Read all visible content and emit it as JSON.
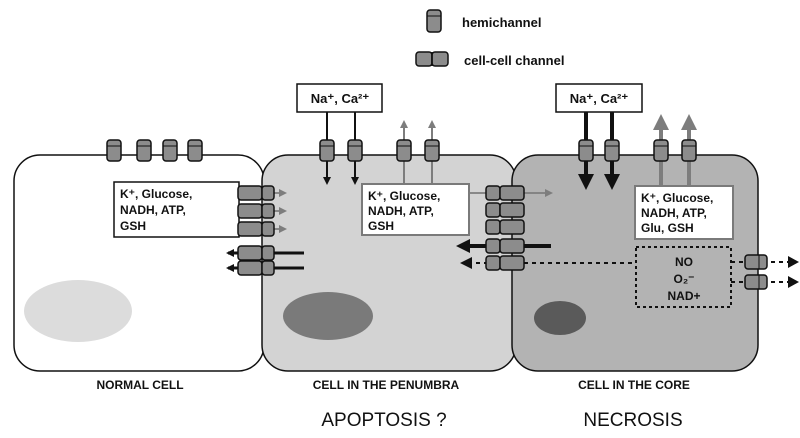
{
  "legend": {
    "hemichannel": "hemichannel",
    "cell_cell_channel": "cell-cell channel"
  },
  "cells": {
    "normal": {
      "label": "NORMAL  CELL",
      "box_lines": [
        "K⁺, Glucose,",
        "NADH, ATP,",
        "GSH"
      ]
    },
    "penumbra": {
      "label": "CELL IN THE PENUMBRA",
      "ions": "Na⁺, Ca²⁺",
      "box_lines": [
        "K⁺, Glucose,",
        "NADH, ATP,",
        "GSH"
      ],
      "fate": "APOPTOSIS ?"
    },
    "core": {
      "label": "CELL IN THE CORE",
      "ions": "Na⁺, Ca²⁺",
      "box_lines": [
        "K⁺, Glucose,",
        "NADH, ATP,",
        "Glu, GSH"
      ],
      "radicals": [
        "NO",
        "O₂⁻",
        "NAD+"
      ],
      "fate": "NECROSIS"
    }
  },
  "colors": {
    "normal_fill": "#ffffff",
    "penumbra_fill": "#d3d3d3",
    "core_fill": "#b3b3b3",
    "nucleus_light": "#dcdcdc",
    "nucleus_mid": "#7a7a7a",
    "nucleus_dark": "#5a5a5a",
    "channel_fill": "#8c8c8c",
    "arrow_dark": "#111111",
    "arrow_gray": "#7d7d7d"
  }
}
